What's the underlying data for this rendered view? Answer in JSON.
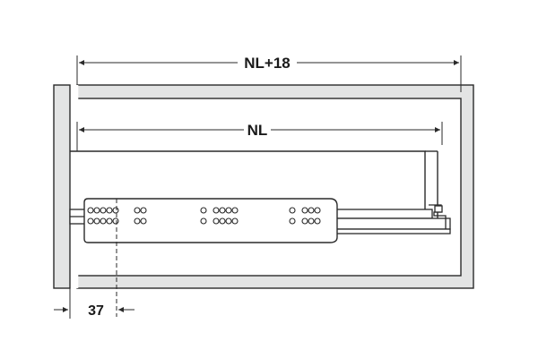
{
  "dimensions": {
    "overall_label": "NL+18",
    "inner_label": "NL",
    "offset_label": "37"
  },
  "colors": {
    "panel": "#e3e4e4",
    "stroke": "#2a2a2a",
    "background": "#ffffff"
  }
}
